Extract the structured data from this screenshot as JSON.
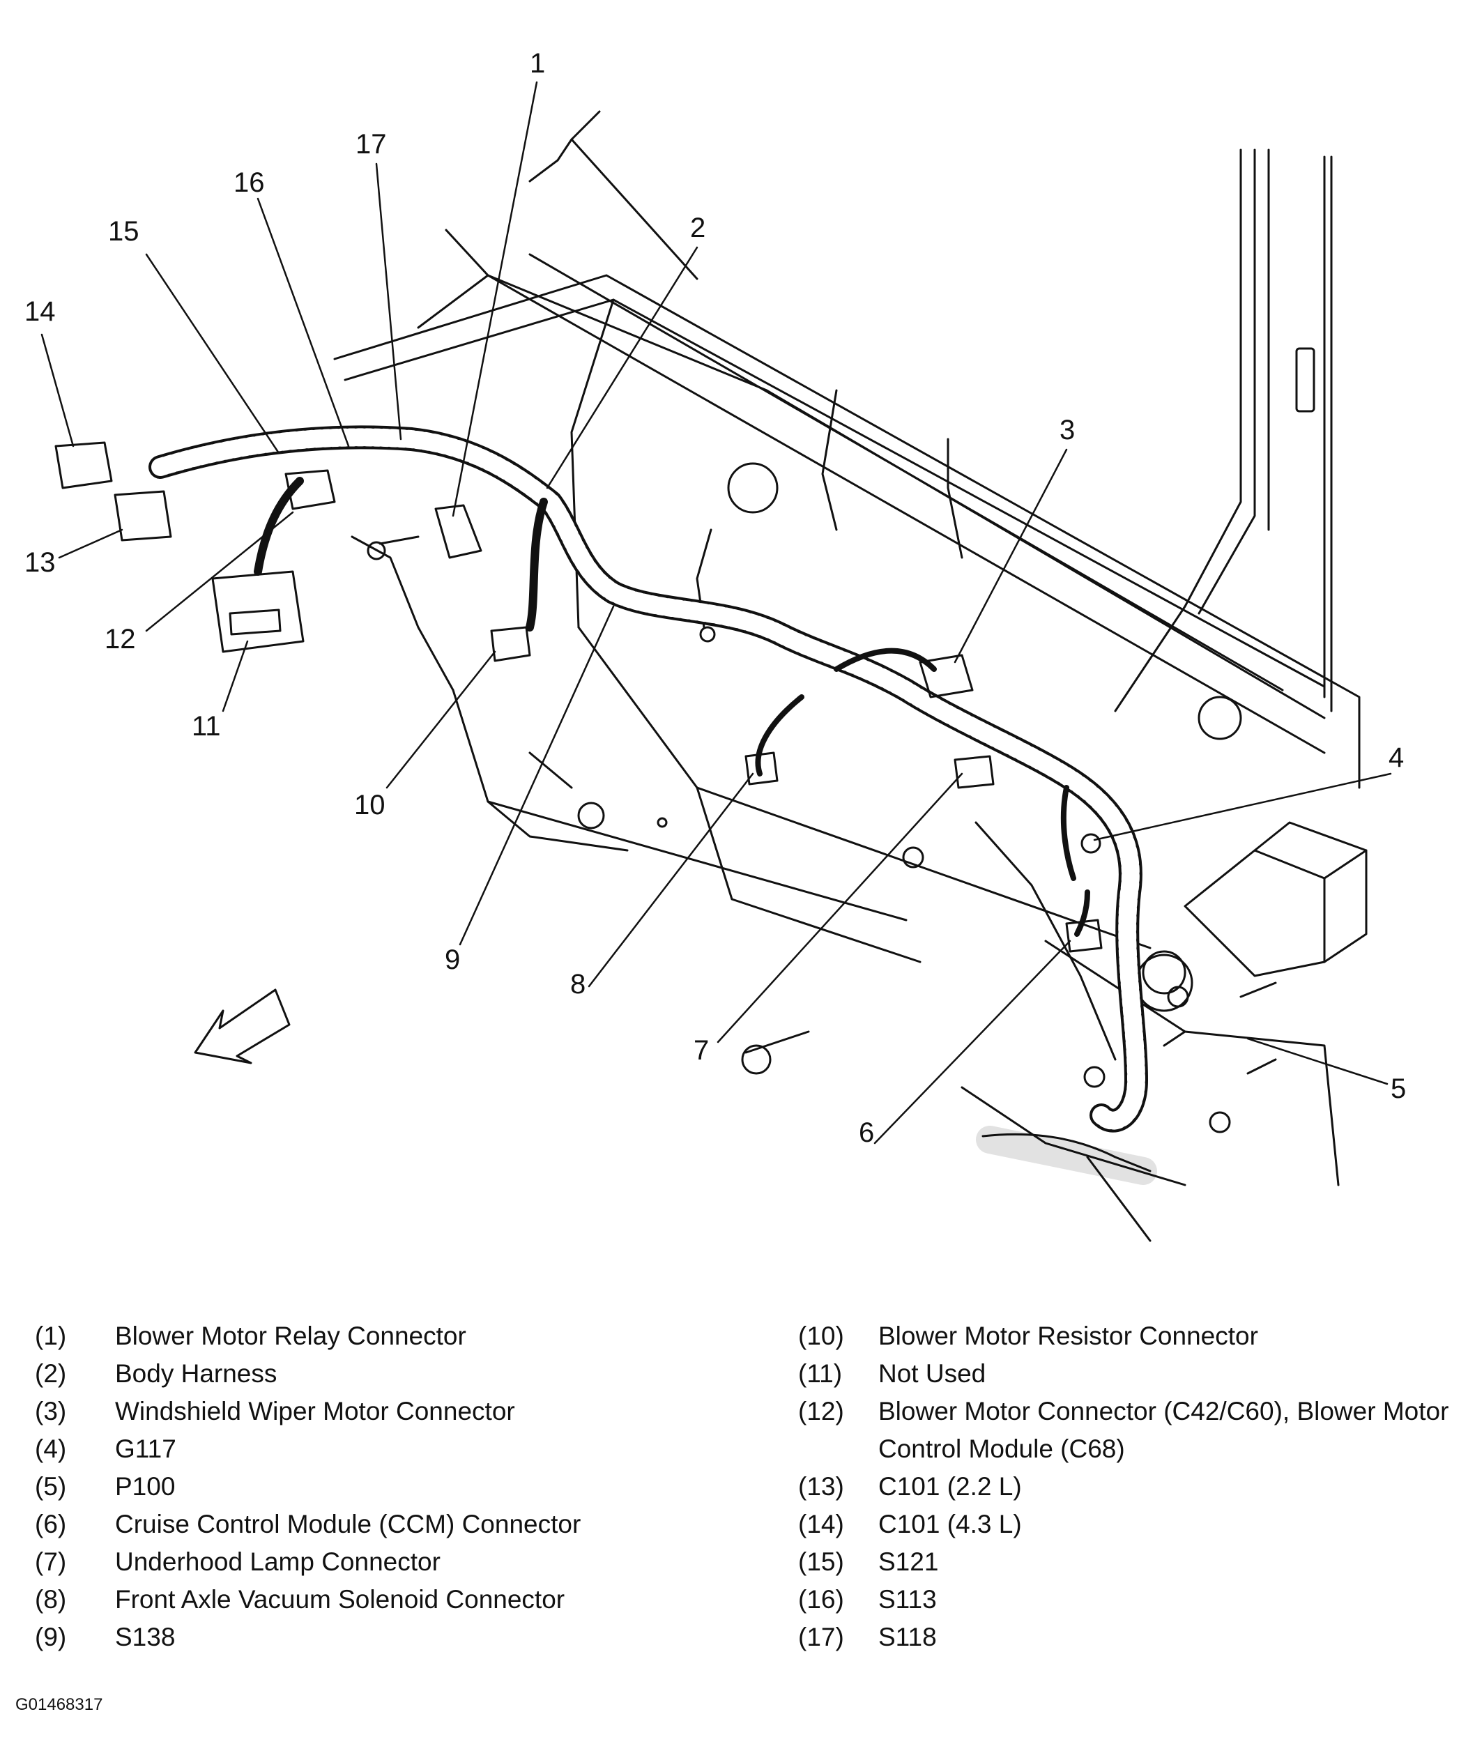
{
  "callouts": [
    {
      "id": "1",
      "label": "1"
    },
    {
      "id": "2",
      "label": "2"
    },
    {
      "id": "3",
      "label": "3"
    },
    {
      "id": "4",
      "label": "4"
    },
    {
      "id": "5",
      "label": "5"
    },
    {
      "id": "6",
      "label": "6"
    },
    {
      "id": "7",
      "label": "7"
    },
    {
      "id": "8",
      "label": "8"
    },
    {
      "id": "9",
      "label": "9"
    },
    {
      "id": "10",
      "label": "10"
    },
    {
      "id": "11",
      "label": "11"
    },
    {
      "id": "12",
      "label": "12"
    },
    {
      "id": "13",
      "label": "13"
    },
    {
      "id": "14",
      "label": "14"
    },
    {
      "id": "15",
      "label": "15"
    },
    {
      "id": "16",
      "label": "16"
    },
    {
      "id": "17",
      "label": "17"
    }
  ],
  "legend": {
    "left": [
      {
        "num": "(1)",
        "text": "Blower Motor Relay Connector"
      },
      {
        "num": "(2)",
        "text": "Body Harness"
      },
      {
        "num": "(3)",
        "text": "Windshield Wiper Motor Connector"
      },
      {
        "num": "(4)",
        "text": "G117"
      },
      {
        "num": "(5)",
        "text": "P100"
      },
      {
        "num": "(6)",
        "text": "Cruise Control Module (CCM) Connector"
      },
      {
        "num": "(7)",
        "text": "Underhood Lamp Connector"
      },
      {
        "num": "(8)",
        "text": "Front Axle Vacuum Solenoid Connector"
      },
      {
        "num": "(9)",
        "text": "S138"
      }
    ],
    "right": [
      {
        "num": "(10)",
        "text": "Blower Motor Resistor Connector"
      },
      {
        "num": "(11)",
        "text": "Not Used"
      },
      {
        "num": "(12)",
        "text": "Blower Motor Connector (C42/C60), Blower Motor Control Module (C68)"
      },
      {
        "num": "(13)",
        "text": "C101 (2.2 L)"
      },
      {
        "num": "(14)",
        "text": "C101 (4.3 L)"
      },
      {
        "num": "(15)",
        "text": "S121"
      },
      {
        "num": "(16)",
        "text": "S113"
      },
      {
        "num": "(17)",
        "text": "S118"
      }
    ]
  },
  "figure_id": "G01468317",
  "colors": {
    "ink": "#111111",
    "background": "#ffffff"
  }
}
